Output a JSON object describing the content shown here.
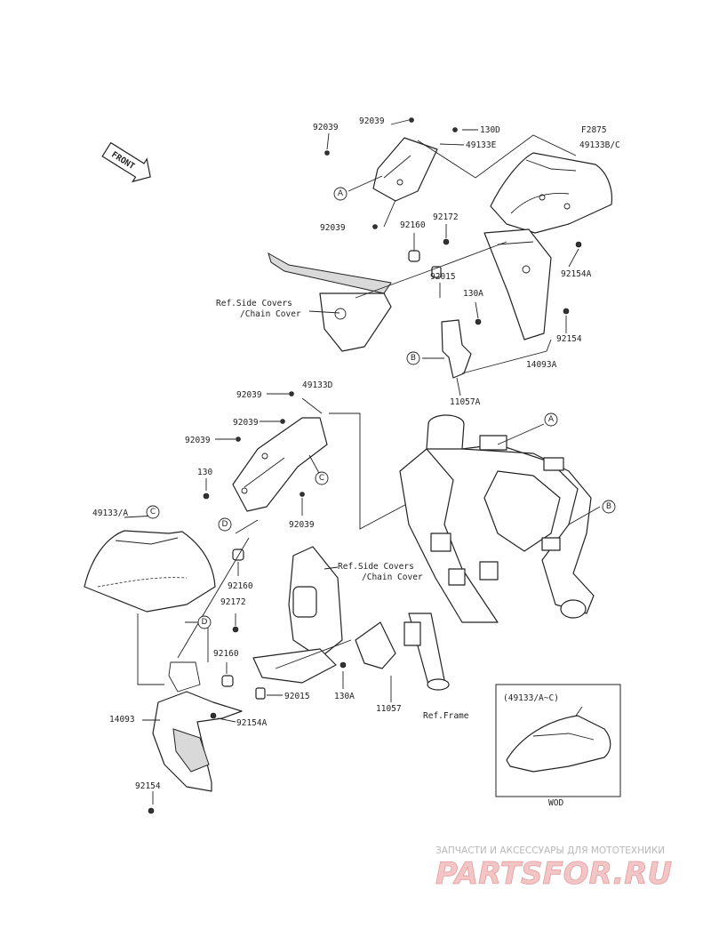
{
  "diagram": {
    "front_arrow_label": "FRONT",
    "frame_code": "F2875",
    "labels": {
      "p92039_a": "92039",
      "p92039_b": "92039",
      "p130d": "130D",
      "p49133e": "49133E",
      "p49133bc": "49133B/C",
      "p92039_c": "92039",
      "p92160_a": "92160",
      "p92172_a": "92172",
      "p92154a_a": "92154A",
      "p92015_a": "92015",
      "p130a_a": "130A",
      "ref_side_a": "Ref.Side Covers",
      "ref_chain_a": "/Chain Cover",
      "p92154_a": "92154",
      "p14093a": "14093A",
      "p11057a": "11057A",
      "p92039_d": "92039",
      "p49133d": "49133D",
      "p92039_e": "92039",
      "p92039_f": "92039",
      "p130": "130",
      "p92039_g": "92039",
      "p49133a": "49133/A",
      "p92160_b": "92160",
      "ref_side_b": "Ref.Side Covers",
      "ref_chain_b": "/Chain Cover",
      "p92172_b": "92172",
      "p92160_c": "92160",
      "p92015_b": "92015",
      "p130a_b": "130A",
      "p11057": "11057",
      "ref_frame": "Ref.Frame",
      "p14093": "14093",
      "p92154a_b": "92154A",
      "p92154_b": "92154"
    },
    "callouts": {
      "a1": "A",
      "a2": "A",
      "b1": "B",
      "b2": "B",
      "c1": "C",
      "c2": "C",
      "d1": "D",
      "d2": "D"
    },
    "inset": {
      "title": "(49133/A~C)",
      "caption": "WOD"
    }
  },
  "watermark": {
    "tagline": "ЗАПЧАСТИ И АКСЕССУАРЫ ДЛЯ МОТОТЕХНИКИ",
    "logo": "PARTSFOR.RU"
  }
}
